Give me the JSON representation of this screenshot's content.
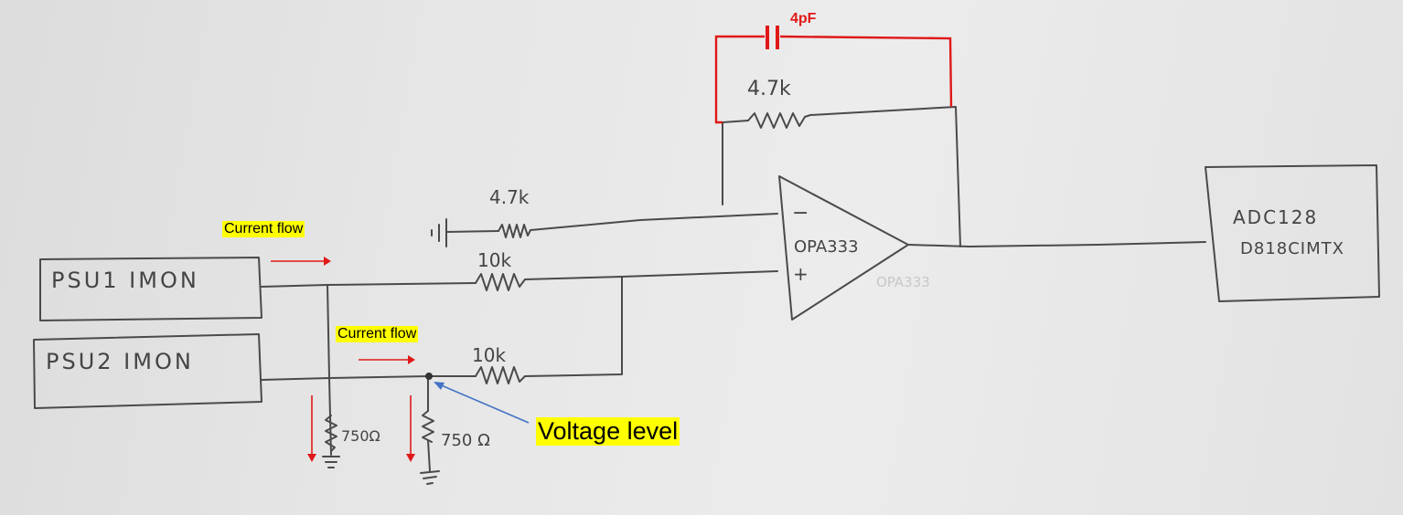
{
  "labels": {
    "psu1": "PSU1   IMON",
    "psu2": "PSU2   IMON",
    "adc_line1": "ADC128",
    "adc_line2": "D818CIMTX",
    "opamp": "OPA333",
    "opamp_faint": "OPA333",
    "opamp_minus": "−",
    "opamp_plus": "+",
    "r_feedback": "4.7k",
    "r_input_gnd": "4.7k",
    "r_psu1": "10k",
    "r_psu2": "10k",
    "r_shunt1": "750Ω",
    "r_shunt2": "750 Ω",
    "capacitor": "4pF"
  },
  "annotations": {
    "current_flow_1": "Current flow",
    "current_flow_2": "Current flow",
    "voltage_level": "Voltage level"
  },
  "colors": {
    "annotation_red": "#e01818",
    "highlight_yellow": "#ffff00",
    "pointer_blue": "#4472c4",
    "pencil": "#4a4a4a"
  }
}
